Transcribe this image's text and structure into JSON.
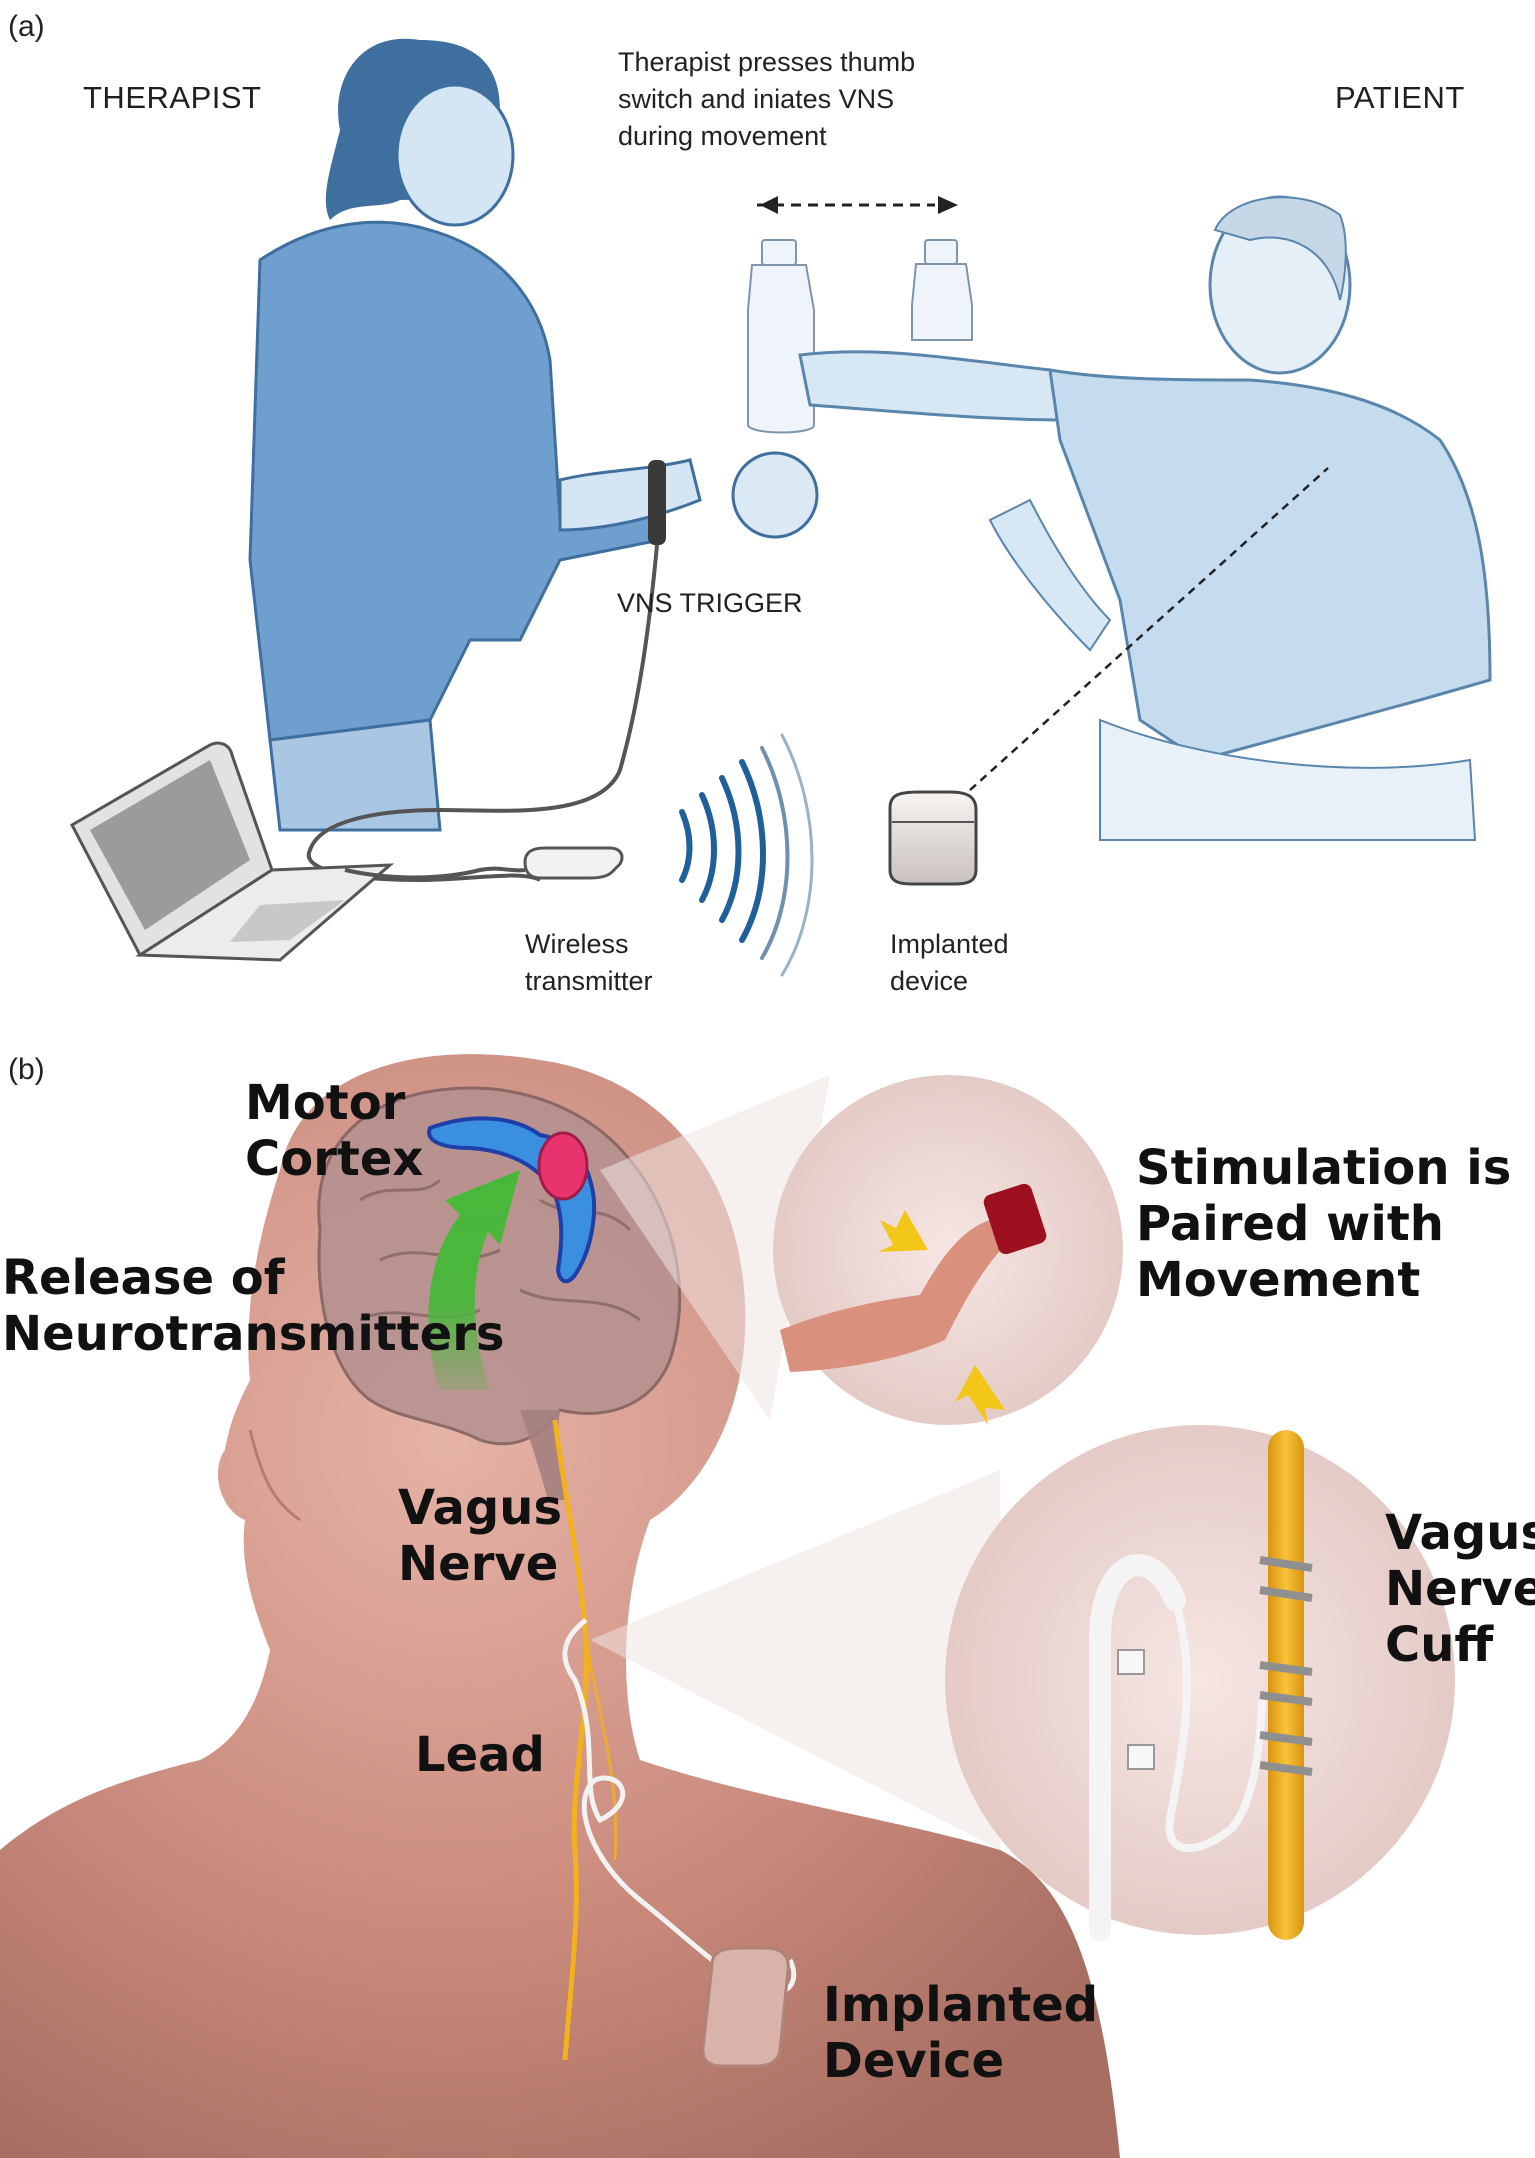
{
  "panel_a": {
    "letter": "(a)",
    "therapist_label": "THERAPIST",
    "patient_label": "PATIENT",
    "caption_lines": [
      "Therapist presses thumb",
      "switch and iniates VNS",
      "during movement"
    ],
    "trigger_label": "VNS TRIGGER",
    "transmitter_lines": [
      "Wireless",
      "transmitter"
    ],
    "device_lines": [
      "Implanted",
      "device"
    ]
  },
  "panel_b": {
    "letter": "(b)",
    "motor_cortex_lines": [
      "Motor",
      "Cortex"
    ],
    "release_lines": [
      "Release of",
      "Neurotransmitters"
    ],
    "stimulation_lines": [
      "Stimulation is",
      "Paired with",
      "Movement"
    ],
    "vagus_nerve_lines": [
      "Vagus",
      "Nerve"
    ],
    "cuff_lines": [
      "Vagus",
      "Nerve",
      "Cuff"
    ],
    "lead_label": "Lead",
    "device_lines": [
      "Implanted",
      "Device"
    ]
  },
  "colors": {
    "therapist_fill": "#6f9fcf",
    "patient_fill": "#c5dcef",
    "skin_fill": "#c98a7c",
    "nerve": "#f3b21a",
    "motor_cortex": "#3a8fe0",
    "cortex_hotspot": "#e8336d",
    "release_arrow": "#48b83a",
    "wave": "#1f5f9a"
  }
}
